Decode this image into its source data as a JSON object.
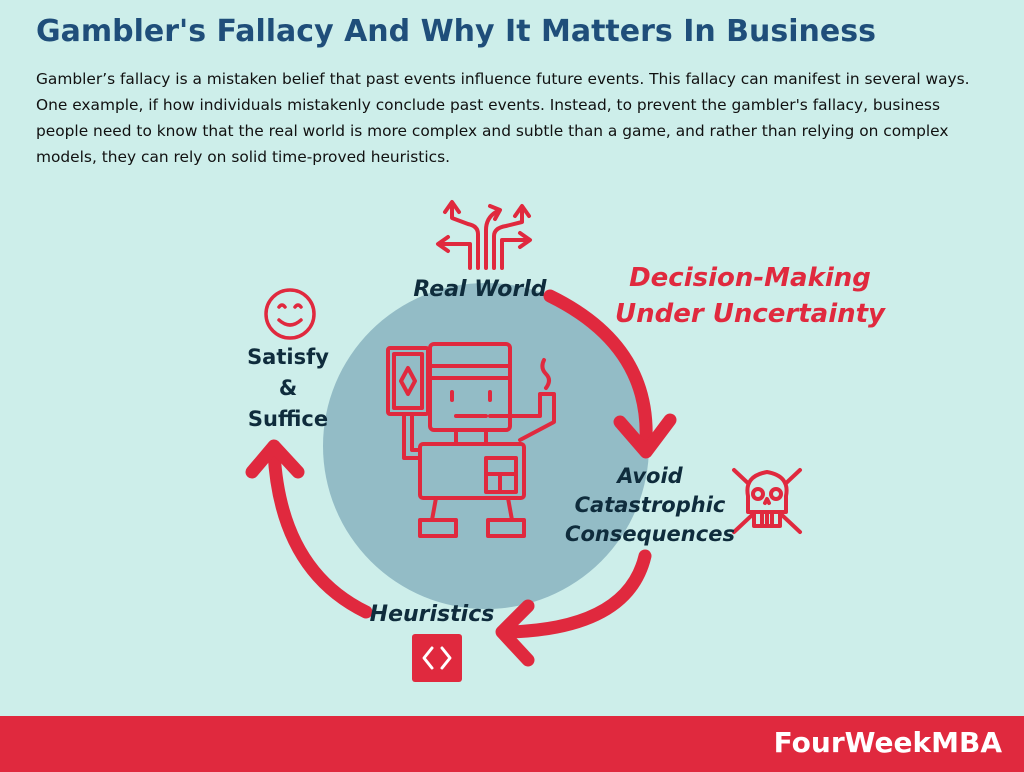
{
  "header": {
    "title": "Gambler's Fallacy And Why It Matters In Business",
    "intro": "Gambler’s fallacy is a mistaken belief that past events influence future events. This fallacy can manifest in several ways. One example, if how individuals mistakenly conclude past events. Instead, to prevent the gambler's fallacy, business people need to know that the real world is more complex and subtle than a game, and rather than relying on complex models, they can rely on solid time-proved heuristics."
  },
  "diagram": {
    "headline_line1": "Decision-Making",
    "headline_line2": "Under Uncertainty",
    "real_world": "Real World",
    "satisfy_line1": "Satisfy",
    "satisfy_line2": "&",
    "satisfy_line3": "Suffice",
    "avoid_line1": "Avoid",
    "avoid_line2": "Catastrophic",
    "avoid_line3": "Consequences",
    "heuristics": "Heuristics"
  },
  "icons": {
    "real_world": "diverging-arrows-icon",
    "satisfy": "smiley-face-icon",
    "avoid": "skull-crossbones-icon",
    "heuristics": "code-brackets-icon",
    "center": "robot-gambler-icon"
  },
  "colors": {
    "background": "#cdeeea",
    "accent": "#e0293e",
    "title": "#1f4e7a",
    "circle": "#93bcc6",
    "label": "#0f2c3c"
  },
  "footer": {
    "brand": "FourWeekMBA"
  }
}
